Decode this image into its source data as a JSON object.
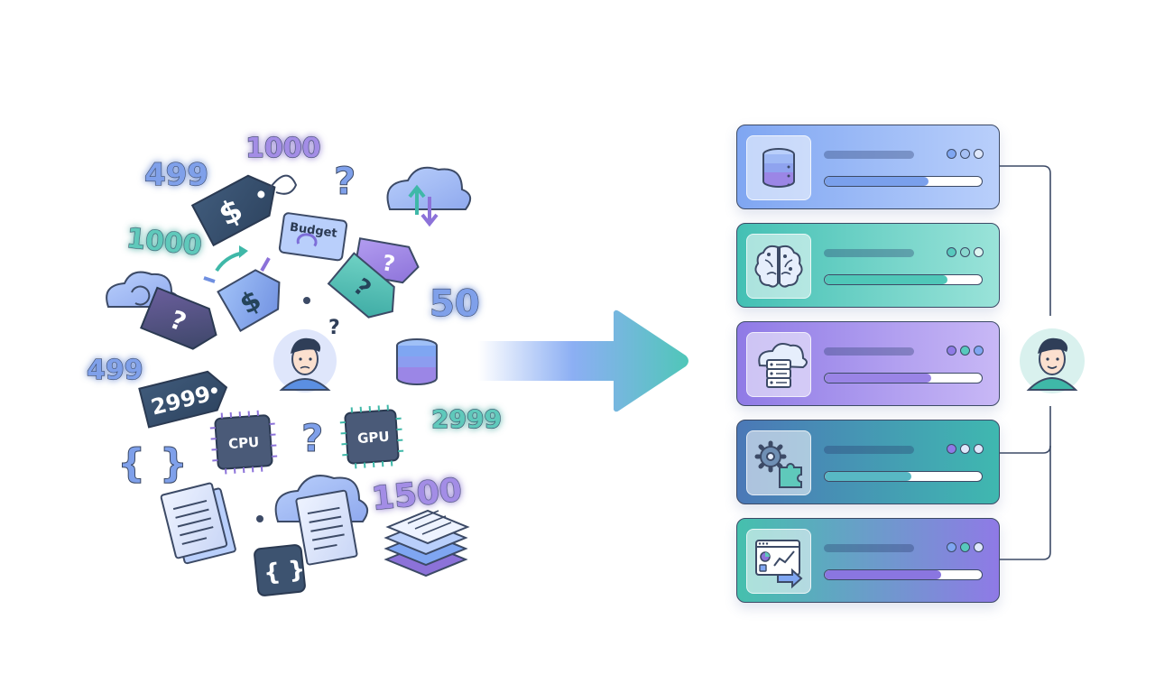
{
  "left_cluster": {
    "numbers": [
      {
        "text": "499",
        "color": "#6f8fe0"
      },
      {
        "text": "1000",
        "color": "#8c72d9"
      },
      {
        "text": "1000",
        "color": "#4fc1b2"
      },
      {
        "text": "50",
        "color": "#6f8fe0"
      },
      {
        "text": "499",
        "color": "#6f8fe0"
      },
      {
        "text": "2999",
        "color": "#4fc1b2"
      },
      {
        "text": "1500",
        "color": "#8c72d9"
      }
    ],
    "tags": {
      "dollar": "$",
      "question": "?",
      "budget": "Budget",
      "price": "2999"
    },
    "chips": {
      "cpu": "CPU",
      "gpu": "GPU"
    },
    "braces": "{ }",
    "question_mark": "?"
  },
  "right_stack": {
    "cards": [
      {
        "icon": "database-icon",
        "gradient": [
          "#7fa6f2",
          "#b9cffb"
        ],
        "fill": 0.66,
        "fill_color": "#7aa0ec",
        "dots": [
          "#7fa6f2",
          "#a6c0f5",
          "#dfe8fb"
        ]
      },
      {
        "icon": "brain-icon",
        "gradient": [
          "#43c0b4",
          "#9ae3d9"
        ],
        "fill": 0.78,
        "fill_color": "#4fc7b8",
        "dots": [
          "#57c9bd",
          "#8ad9cf",
          "#dff6f2"
        ]
      },
      {
        "icon": "cloud-server-icon",
        "gradient": [
          "#8f7ae6",
          "#c8b8f6"
        ],
        "fill": 0.68,
        "fill_color": "#9a84e6",
        "dots": [
          "#8f7ae6",
          "#57c9bd",
          "#7fa6f2"
        ]
      },
      {
        "icon": "gear-puzzle-icon",
        "gradient": [
          "#4b78b7",
          "#3fb8b0"
        ],
        "fill": 0.55,
        "fill_color": "#58b8c4",
        "dots": [
          "#8f7ae6",
          "#dfe8fb",
          "#dfe8fb"
        ]
      },
      {
        "icon": "analytics-icon",
        "gradient": [
          "#45c0ad",
          "#8f7ae6"
        ],
        "fill": 0.74,
        "fill_color": "#8a76e0",
        "dots": [
          "#7fa6f2",
          "#57c9bd",
          "#dfe8fb"
        ]
      }
    ]
  },
  "colors": {
    "outline": "#3c4a66",
    "blue": "#7fa6f2",
    "teal": "#4fc1b2",
    "purple": "#8c72d9",
    "dark_tag": "#3d5370"
  }
}
